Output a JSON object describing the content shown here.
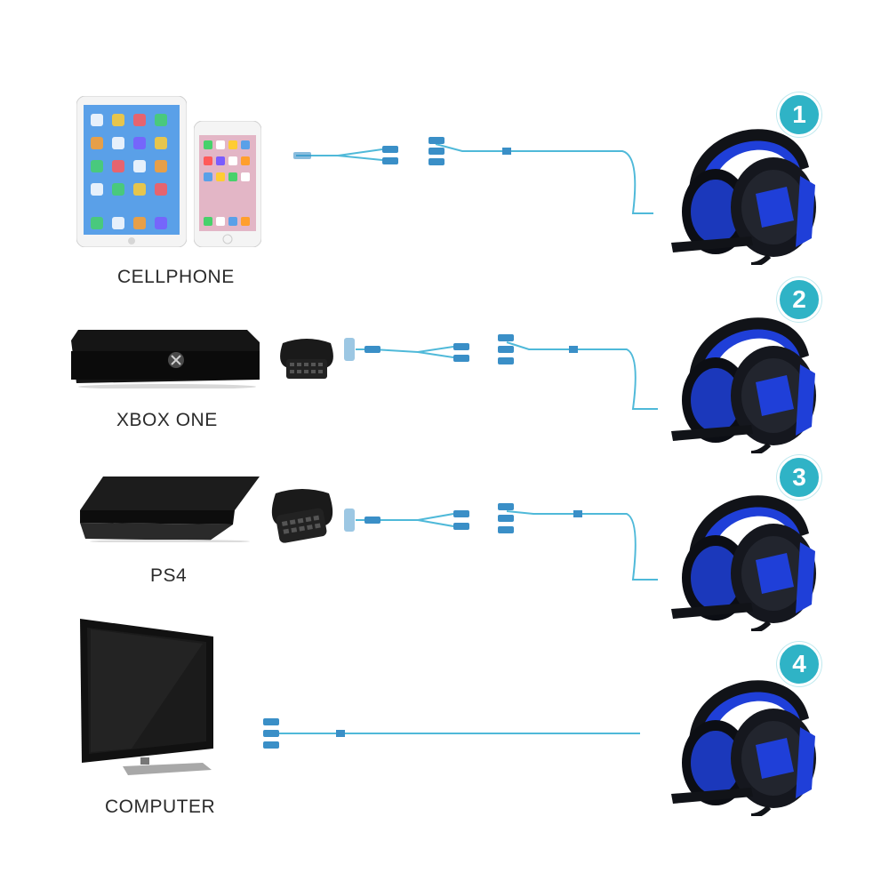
{
  "rows": [
    {
      "device": "CELLPHONE",
      "badge": "1"
    },
    {
      "device": "XBOX ONE",
      "badge": "2"
    },
    {
      "device": "PS4",
      "badge": "3"
    },
    {
      "device": "COMPUTER",
      "badge": "4"
    }
  ],
  "colors": {
    "cable": "#4fb9d9",
    "headset_blue": "#1f3fd8",
    "headset_black": "#111318",
    "badge": "#2fb3c6"
  }
}
